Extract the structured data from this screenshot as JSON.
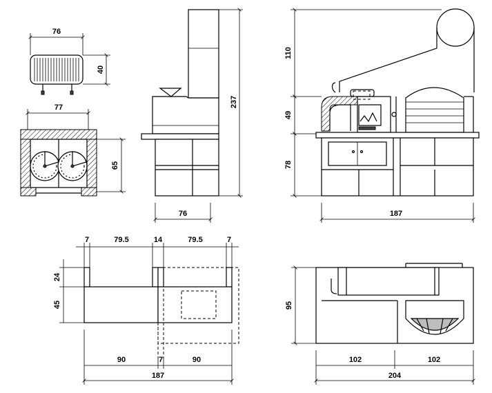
{
  "dimensions": {
    "grill_width": "76",
    "grill_height": "40",
    "plan_width": "77",
    "plan_depth": "65",
    "side_height": "237",
    "side_base_width": "76",
    "front_hood_height": "110",
    "front_oven_height": "49",
    "front_base_height": "78",
    "front_width": "187",
    "top_wall_left": "7",
    "top_gap_left": "79.5",
    "top_wall_mid": "14",
    "top_gap_right": "79.5",
    "top_wall_right": "7",
    "top_depth_back": "24",
    "top_depth_front": "45",
    "bottom_left": "90",
    "bottom_mid": "7",
    "bottom_right": "90",
    "bottom_total": "187",
    "combo_depth": "95",
    "combo_left": "102",
    "combo_right": "102",
    "combo_total": "204"
  }
}
